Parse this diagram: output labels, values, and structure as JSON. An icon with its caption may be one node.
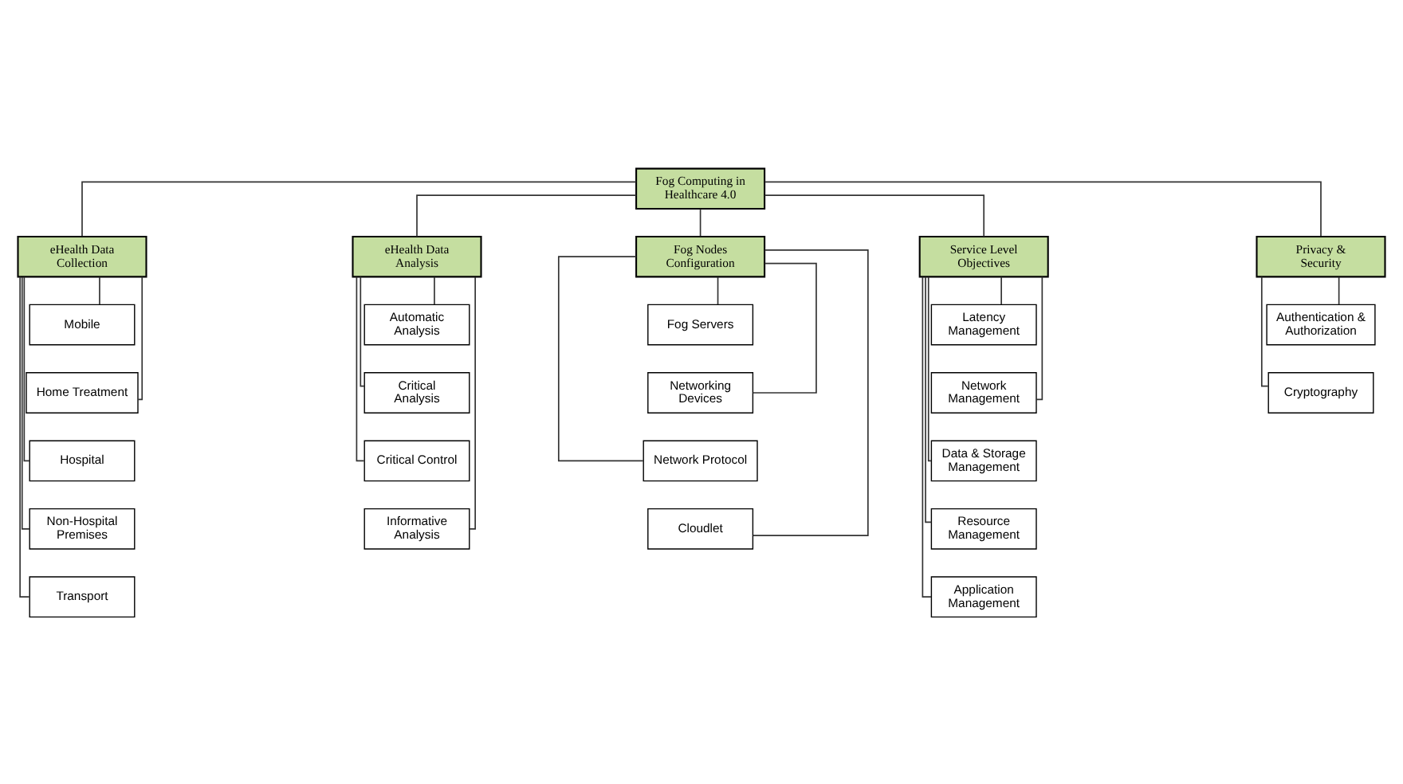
{
  "diagram": {
    "nodes": [
      {
        "text": [
          "Fog Computing in Healthcare 4.0"
        ]
      },
      {
        "text": [
          "eHealth Data Collection"
        ]
      },
      {
        "text": [
          "Mobile"
        ]
      },
      {
        "text": [
          "Home Treatment"
        ]
      },
      {
        "text": [
          "Hospital"
        ]
      },
      {
        "text": [
          "Non-Hospital Premises"
        ]
      },
      {
        "text": [
          "Transport"
        ]
      },
      {
        "text": [
          "eHealth Data Analysis"
        ]
      },
      {
        "text": [
          "Automatic Analysis"
        ]
      },
      {
        "text": [
          "Critical Analysis"
        ]
      },
      {
        "text": [
          "Critical Control"
        ]
      },
      {
        "text": [
          "Informative Analysis"
        ]
      },
      {
        "text": [
          "Fog Nodes Configuration"
        ]
      },
      {
        "text": [
          "Fog Servers"
        ]
      },
      {
        "text": [
          "Networking Devices"
        ]
      },
      {
        "text": [
          "Network Protocol"
        ]
      },
      {
        "text": [
          "Cloudlet"
        ]
      },
      {
        "text": [
          "Service Level Objectives"
        ]
      },
      {
        "text": [
          "Latency Management"
        ]
      },
      {
        "text": [
          "Network Management"
        ]
      },
      {
        "text": [
          "Data & Storage Management"
        ]
      },
      {
        "text": [
          "Resource Management"
        ]
      },
      {
        "text": [
          "Application Management"
        ]
      },
      {
        "text": [
          "Privacy & Security"
        ]
      },
      {
        "text": [
          "Authentication & Authorization"
        ]
      },
      {
        "text": [
          "Cryptography"
        ]
      }
    ],
    "edges": [
      {
        "from": 0,
        "to": 1,
        "arrow": "none"
      },
      {
        "from": 0,
        "to": 7,
        "arrow": "none"
      },
      {
        "from": 0,
        "to": 12,
        "arrow": "none"
      },
      {
        "from": 0,
        "to": 17,
        "arrow": "none"
      },
      {
        "from": 0,
        "to": 23,
        "arrow": "none"
      },
      {
        "from": 1,
        "to": 2,
        "arrow": "none"
      },
      {
        "from": 1,
        "to": 3,
        "arrow": "none"
      },
      {
        "from": 1,
        "to": 4,
        "arrow": "none"
      },
      {
        "from": 1,
        "to": 5,
        "arrow": "none"
      },
      {
        "from": 1,
        "to": 6,
        "arrow": "none"
      },
      {
        "from": 7,
        "to": 8,
        "arrow": "none"
      },
      {
        "from": 7,
        "to": 9,
        "arrow": "none"
      },
      {
        "from": 7,
        "to": 10,
        "arrow": "none"
      },
      {
        "from": 7,
        "to": 11,
        "arrow": "none"
      },
      {
        "from": 12,
        "to": 13,
        "arrow": "none"
      },
      {
        "from": 12,
        "to": 14,
        "arrow": "none"
      },
      {
        "from": 12,
        "to": 15,
        "arrow": "none"
      },
      {
        "from": 12,
        "to": 16,
        "arrow": "none"
      },
      {
        "from": 17,
        "to": 18,
        "arrow": "none"
      },
      {
        "from": 17,
        "to": 19,
        "arrow": "none"
      },
      {
        "from": 17,
        "to": 20,
        "arrow": "none"
      },
      {
        "from": 17,
        "to": 21,
        "arrow": "none"
      },
      {
        "from": 17,
        "to": 22,
        "arrow": "none"
      },
      {
        "from": 23,
        "to": 24,
        "arrow": "none"
      },
      {
        "from": 23,
        "to": 25,
        "arrow": "none"
      }
    ]
  }
}
